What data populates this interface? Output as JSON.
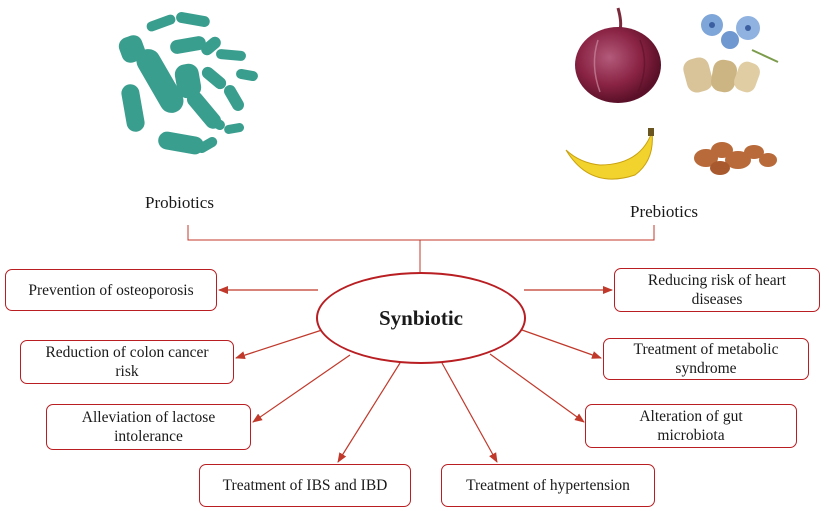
{
  "sources": {
    "probiotics_label": "Probiotics",
    "prebiotics_label": "Prebiotics"
  },
  "center_label": "Synbiotic",
  "benefits": {
    "osteoporosis": "Prevention of osteoporosis",
    "colon_cancer": "Reduction of colon cancer risk",
    "lactose": "Alleviation of lactose intolerance",
    "ibs_ibd": "Treatment of IBS and IBD",
    "hypertension": "Treatment of hypertension",
    "gut_microbiota": "Alteration of gut microbiota",
    "metabolic": "Treatment of metabolic syndrome",
    "heart": "Reducing risk of heart diseases"
  },
  "colors": {
    "accent": "#b81e22",
    "bacteria": "#3a9e8e",
    "connector": "#c0392b"
  },
  "icons": [
    "bacteria-icon",
    "onion-icon",
    "chicory-icon",
    "banana-icon",
    "ginger-icon"
  ]
}
